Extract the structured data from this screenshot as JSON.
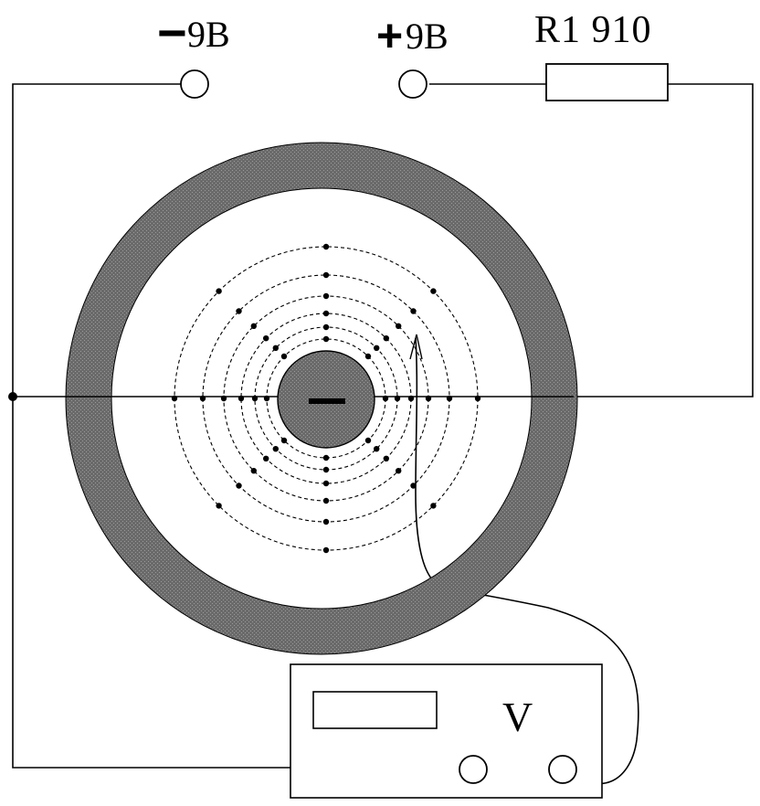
{
  "labels": {
    "neg_sign": "−",
    "neg_value": "9B",
    "pos_sign": "+",
    "pos_value": "9B",
    "resistor": "R1  910",
    "voltmeter": "V"
  },
  "colors": {
    "line": "#000000",
    "outer_ring": "#6e6e6e",
    "inner_electrode": "#707070",
    "background": "#ffffff"
  },
  "field_rings": 6,
  "points_per_ring": 8
}
